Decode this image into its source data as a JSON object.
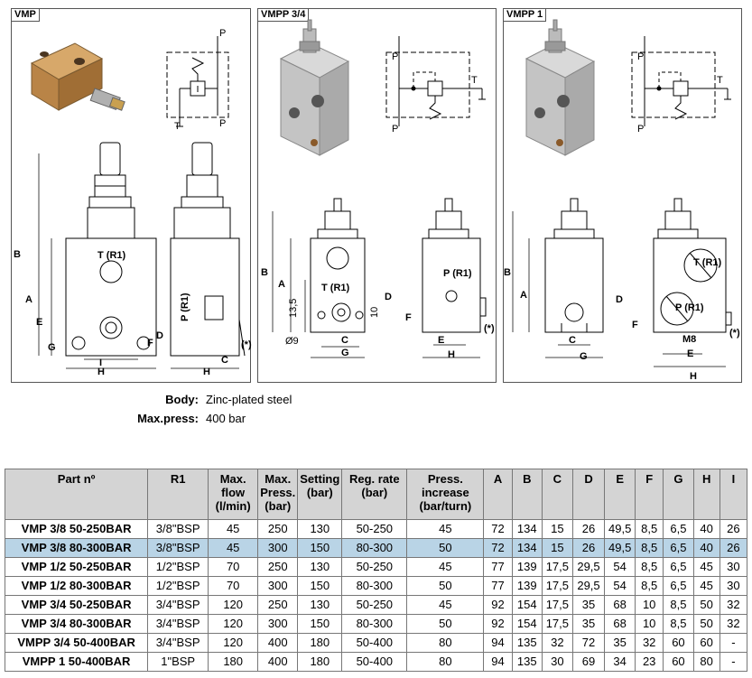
{
  "panels": {
    "vmp": {
      "tag": "VMP"
    },
    "vmpp34": {
      "tag": "VMPP 3/4"
    },
    "vmpp1": {
      "tag": "VMPP 1"
    }
  },
  "drawing_labels": {
    "p": "P",
    "t": "T",
    "tr1": "T (R1)",
    "pr1": "P (R1)",
    "star": "(*)",
    "a": "A",
    "b": "B",
    "c": "C",
    "d": "D",
    "e": "E",
    "f": "F",
    "g": "G",
    "h": "H",
    "i": "I",
    "dim135": "13,5",
    "dim10": "10",
    "dia9": "Ø9",
    "m8": "M8"
  },
  "specs": {
    "body_label": "Body:",
    "body_value": "Zinc-plated steel",
    "press_label": "Max.press:",
    "press_value": "400 bar"
  },
  "table": {
    "headers": [
      "Part nº",
      "R1",
      "Max. flow (l/min)",
      "Max. Press. (bar)",
      "Setting (bar)",
      "Reg. rate (bar)",
      "Press. increase (bar/turn)",
      "A",
      "B",
      "C",
      "D",
      "E",
      "F",
      "G",
      "H",
      "I"
    ],
    "rows": [
      [
        "VMP 3/8 50-250BAR",
        "3/8\"BSP",
        "45",
        "250",
        "130",
        "50-250",
        "45",
        "72",
        "134",
        "15",
        "26",
        "49,5",
        "8,5",
        "6,5",
        "40",
        "26"
      ],
      [
        "VMP 3/8 80-300BAR",
        "3/8\"BSP",
        "45",
        "300",
        "150",
        "80-300",
        "50",
        "72",
        "134",
        "15",
        "26",
        "49,5",
        "8,5",
        "6,5",
        "40",
        "26"
      ],
      [
        "VMP 1/2 50-250BAR",
        "1/2\"BSP",
        "70",
        "250",
        "130",
        "50-250",
        "45",
        "77",
        "139",
        "17,5",
        "29,5",
        "54",
        "8,5",
        "6,5",
        "45",
        "30"
      ],
      [
        "VMP 1/2 80-300BAR",
        "1/2\"BSP",
        "70",
        "300",
        "150",
        "80-300",
        "50",
        "77",
        "139",
        "17,5",
        "29,5",
        "54",
        "8,5",
        "6,5",
        "45",
        "30"
      ],
      [
        "VMP 3/4 50-250BAR",
        "3/4\"BSP",
        "120",
        "250",
        "130",
        "50-250",
        "45",
        "92",
        "154",
        "17,5",
        "35",
        "68",
        "10",
        "8,5",
        "50",
        "32"
      ],
      [
        "VMP 3/4 80-300BAR",
        "3/4\"BSP",
        "120",
        "300",
        "150",
        "80-300",
        "50",
        "92",
        "154",
        "17,5",
        "35",
        "68",
        "10",
        "8,5",
        "50",
        "32"
      ],
      [
        "VMPP 3/4 50-400BAR",
        "3/4\"BSP",
        "120",
        "400",
        "180",
        "50-400",
        "80",
        "94",
        "135",
        "32",
        "72",
        "35",
        "32",
        "60",
        "60",
        "-"
      ],
      [
        "VMPP 1 50-400BAR",
        "1\"BSP",
        "180",
        "400",
        "180",
        "50-400",
        "80",
        "94",
        "135",
        "30",
        "69",
        "34",
        "23",
        "60",
        "80",
        "-"
      ]
    ],
    "selected_row": 1
  }
}
